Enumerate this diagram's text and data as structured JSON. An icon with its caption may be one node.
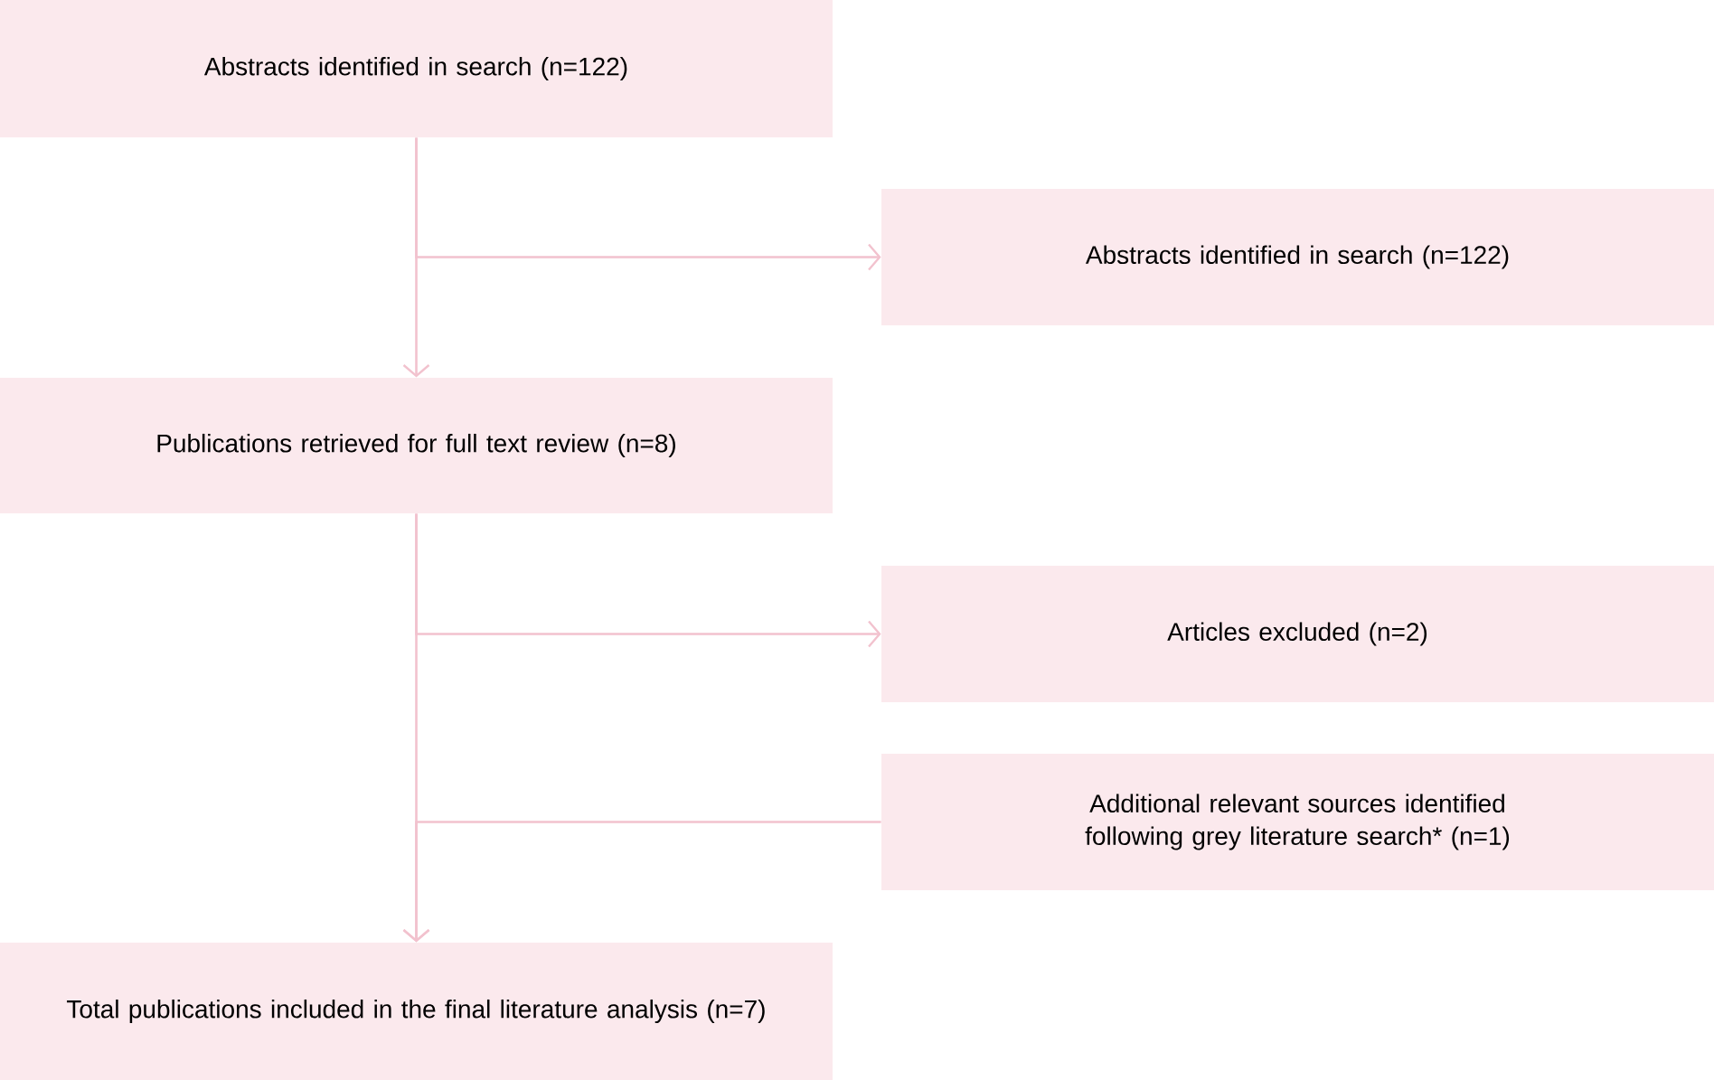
{
  "diagram": {
    "nodes": [
      {
        "text": [
          "Abstracts identified in search (n=122)"
        ]
      },
      {
        "text": [
          "Abstracts identified in search (n=122)"
        ]
      },
      {
        "text": [
          "Publications retrieved for full text review (n=8)"
        ]
      },
      {
        "text": [
          "Articles excluded (n=2)"
        ]
      },
      {
        "text": [
          "Additional relevant sources identified following grey literature search* (n=1)"
        ]
      },
      {
        "text": [
          "Total publications included in the final literature analysis (n=7)"
        ]
      }
    ],
    "edges": [
      {
        "from": 0,
        "to": 2,
        "arrow": "to"
      },
      {
        "from": 0,
        "to": 1,
        "arrow": "to"
      },
      {
        "from": 2,
        "to": 5,
        "arrow": "to"
      },
      {
        "from": 2,
        "to": 3,
        "arrow": "to"
      },
      {
        "from": 4,
        "to": 5,
        "arrow": "to"
      }
    ]
  }
}
